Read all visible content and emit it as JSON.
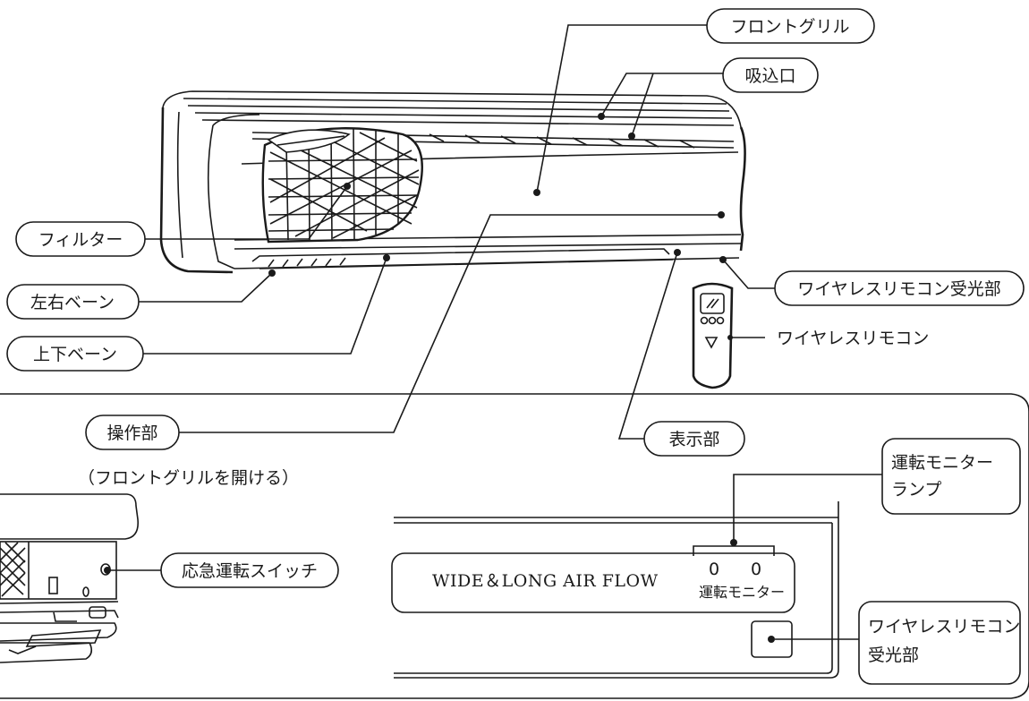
{
  "labels": {
    "front_grille": "フロントグリル",
    "air_intake": "吸込口",
    "filter": "フィルター",
    "lr_vane": "左右ベーン",
    "ud_vane": "上下ベーン",
    "receiver": "ワイヤレスリモコン受光部",
    "remote": "ワイヤレスリモコン",
    "control_panel": "操作部",
    "open_note": "（フロントグリルを開ける）",
    "display": "表示部",
    "monitor_lamp_1": "運転モニター",
    "monitor_lamp_2": "ランプ",
    "emergency": "応急運転スイッチ",
    "receiver2_1": "ワイヤレスリモコン",
    "receiver2_2": "受光部"
  },
  "panel": {
    "brand": "WIDE＆LONG AIR FLOW",
    "lamp_1": "0",
    "lamp_2": "0",
    "monitor": "運転モニター"
  }
}
